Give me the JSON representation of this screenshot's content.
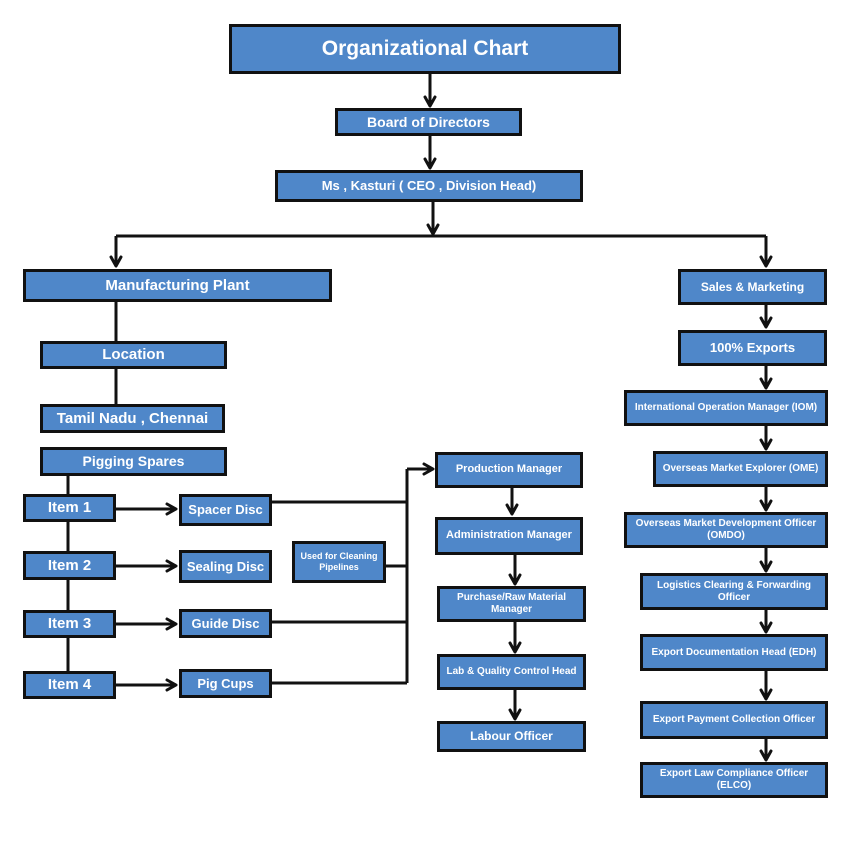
{
  "title": "Organizational Chart",
  "top": {
    "board": "Board of Directors",
    "ceo": "Ms , Kasturi ( CEO , Division Head)"
  },
  "manufacturing": {
    "plant": "Manufacturing Plant",
    "location": "Location",
    "city": "Tamil Nadu , Chennai",
    "product": "Pigging Spares",
    "items": [
      "Item 1",
      "Item 2",
      "Item 3",
      "Item 4"
    ],
    "parts": [
      "Spacer Disc",
      "Sealing Disc",
      "Guide Disc",
      "Pig Cups"
    ],
    "usage_note": "Used for Cleaning Pipelines"
  },
  "production_chain": [
    "Production Manager",
    "Administration Manager",
    "Purchase/Raw Material Manager",
    "Lab & Quality Control Head",
    "Labour Officer"
  ],
  "sales": {
    "head": "Sales & Marketing",
    "exports": "100% Exports",
    "chain": [
      "International Operation Manager (IOM)",
      "Overseas Market Explorer (OME)",
      "Overseas Market Development Officer (OMDO)",
      "Logistics Clearing & Forwarding Officer",
      "Export Documentation Head (EDH)",
      "Export Payment Collection Officer",
      "Export Law Compliance Officer (ELCO)"
    ]
  },
  "colors": {
    "box_fill": "#4f87c9",
    "border": "#111111",
    "text": "#ffffff",
    "line": "#111111"
  }
}
